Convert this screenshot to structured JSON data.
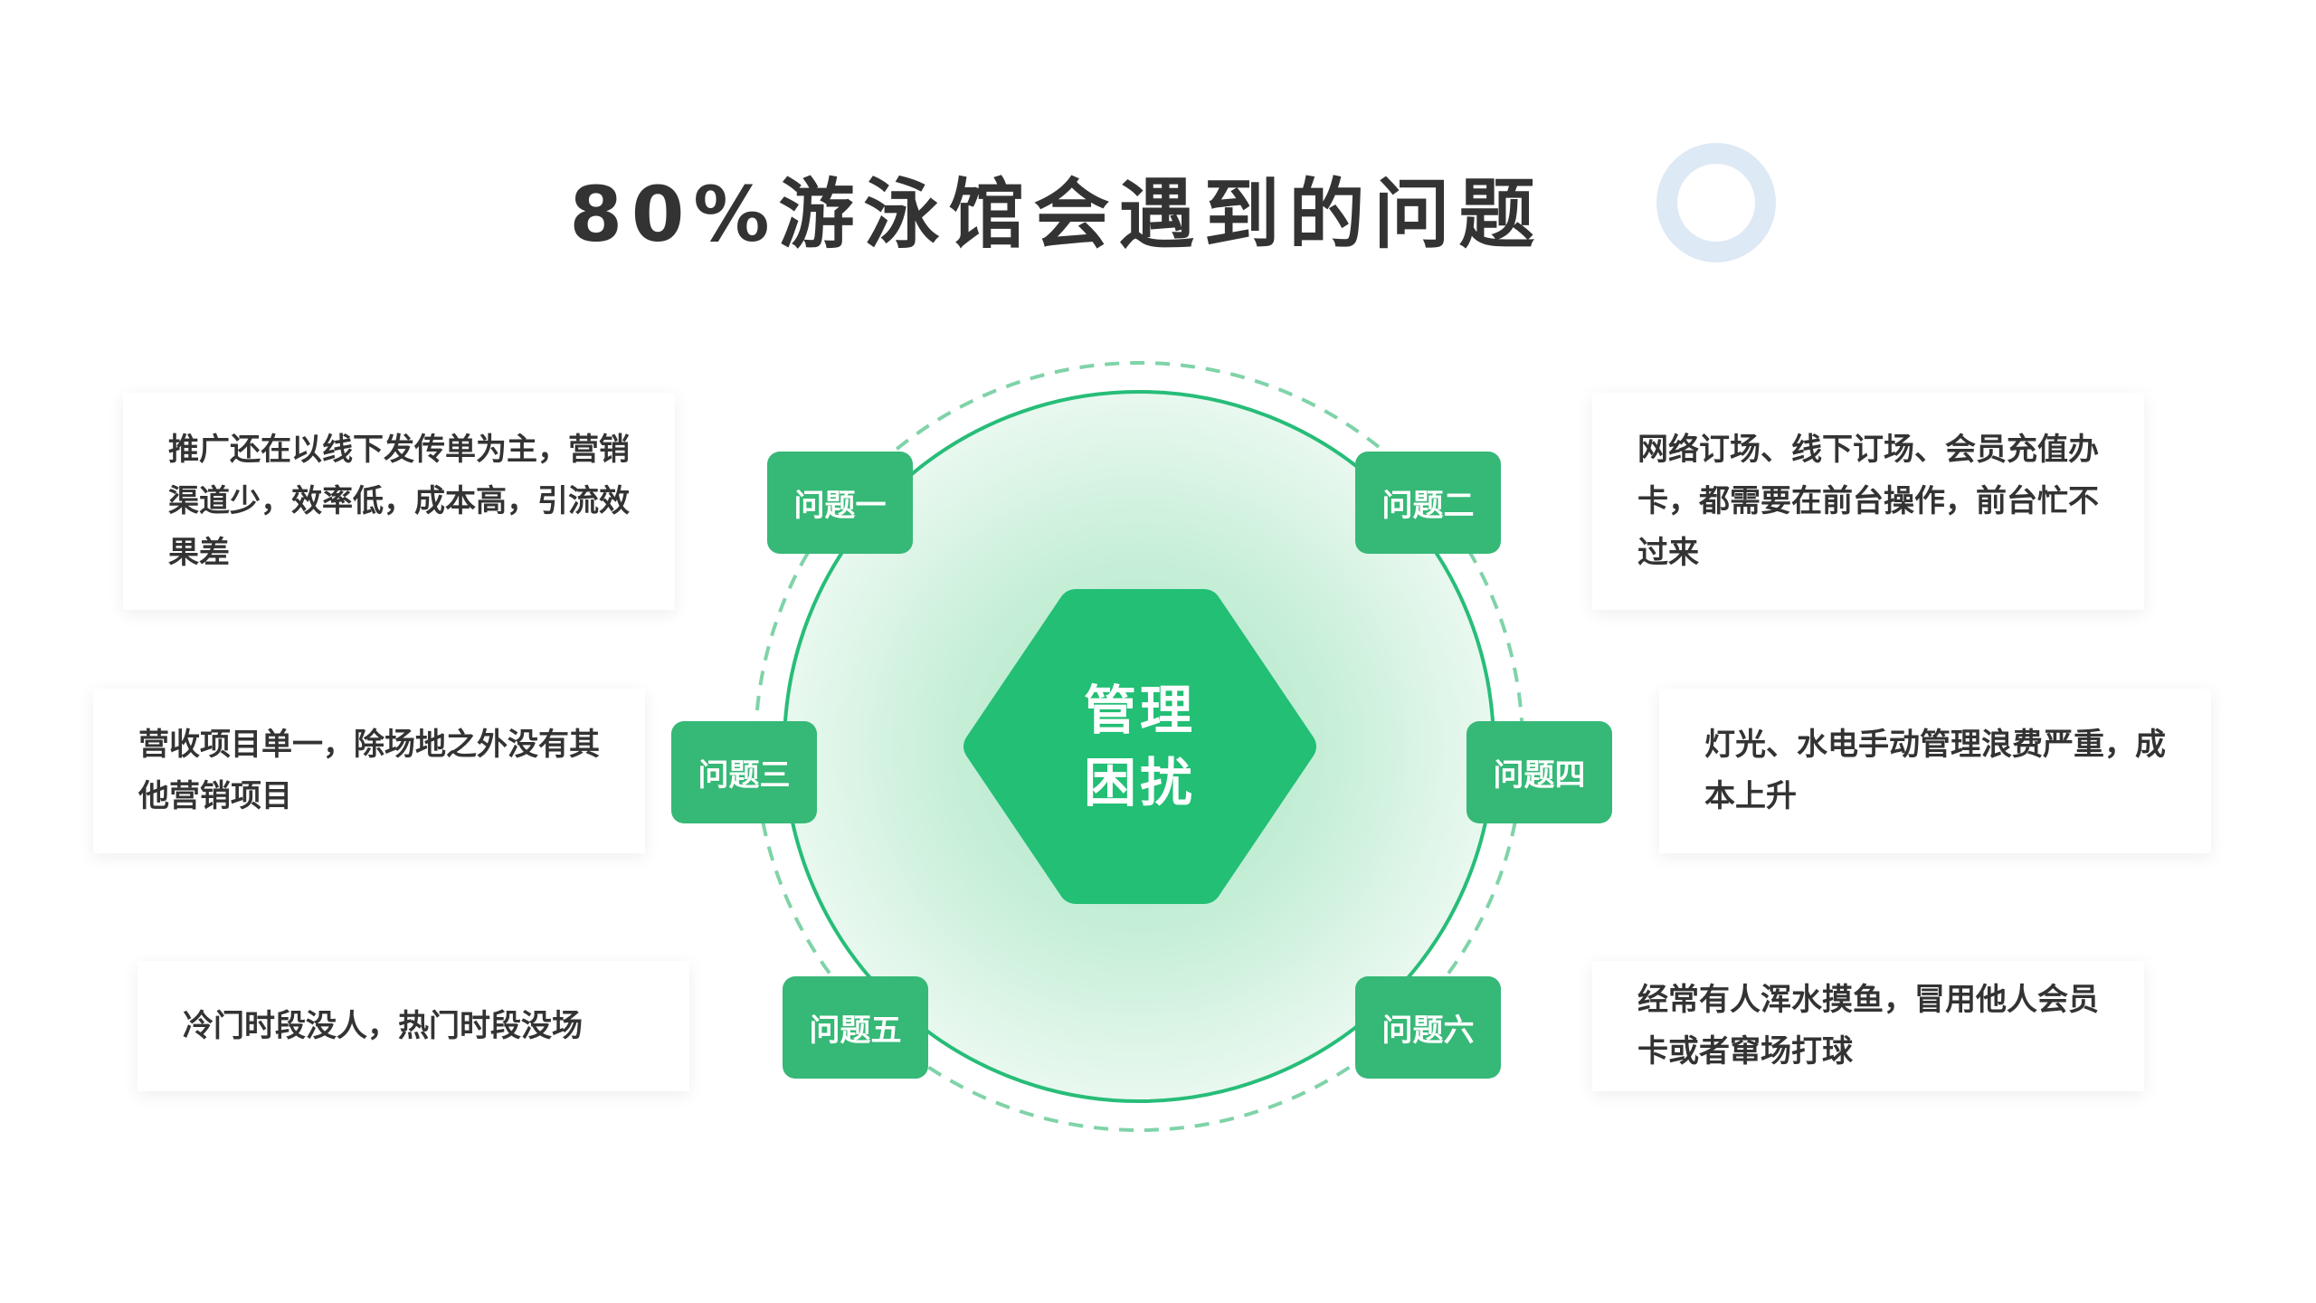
{
  "title": "80%游泳馆会遇到的问题",
  "center": {
    "line1": "管理",
    "line2": "困扰"
  },
  "colors": {
    "accent": "#22bf75",
    "badge": "#36b877",
    "ring_deco": "#dde9f5"
  },
  "problems": [
    {
      "label": "问题一",
      "text": "推广还在以线下发传单为主，营销渠道少，效率低，成本高，引流效果差"
    },
    {
      "label": "问题二",
      "text": "网络订场、线下订场、会员充值办卡，都需要在前台操作，前台忙不过来"
    },
    {
      "label": "问题三",
      "text": "营收项目单一，除场地之外没有其他营销项目"
    },
    {
      "label": "问题四",
      "text": "灯光、水电手动管理浪费严重，成本上升"
    },
    {
      "label": "问题五",
      "text": "冷门时段没人，热门时段没场"
    },
    {
      "label": "问题六",
      "text": "经常有人浑水摸鱼，冒用他人会员卡或者窜场打球"
    }
  ]
}
